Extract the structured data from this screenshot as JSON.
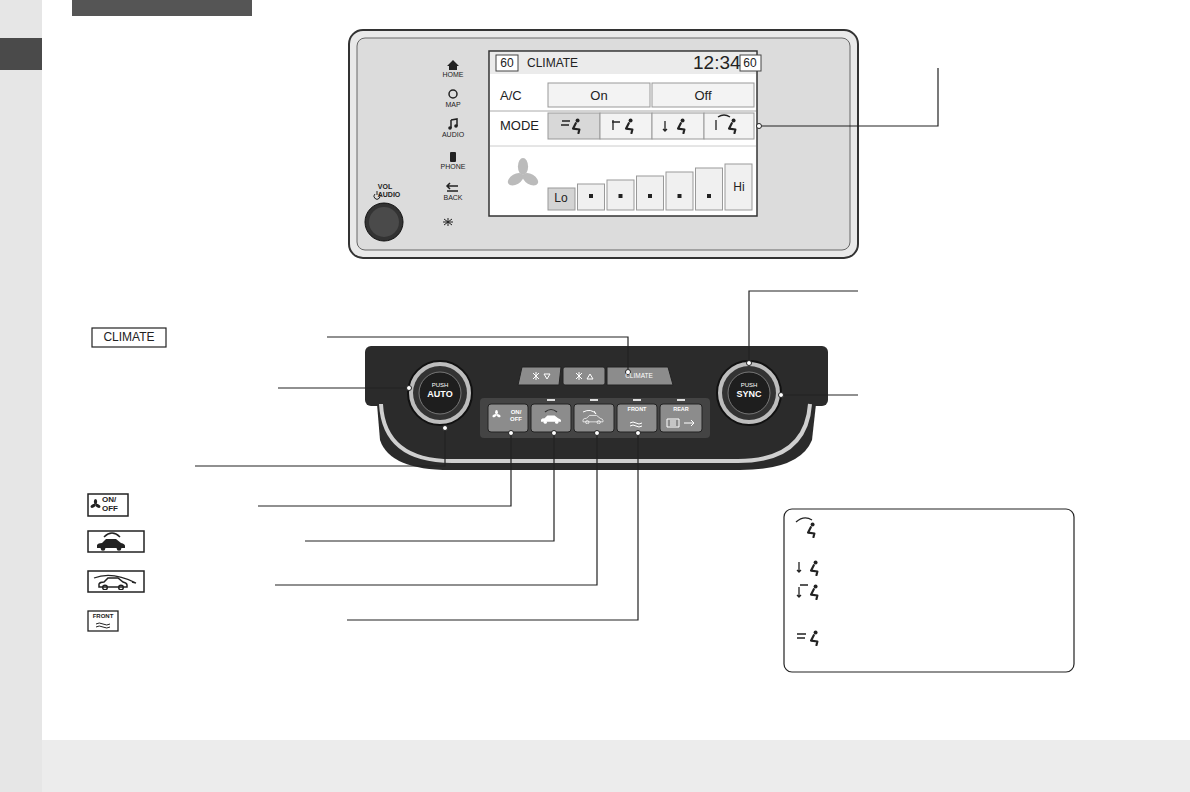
{
  "diagram": {
    "labels": [
      "60",
      "CLIMATE",
      "12:34",
      "60",
      "A/C",
      "On",
      "Off",
      "MODE",
      "Lo",
      "Hi",
      "HOME",
      "MAP",
      "AUDIO",
      "PHONE",
      "BACK",
      "VOL",
      "AUDIO",
      "CLIMATE",
      "PUSH",
      "AUTO",
      "PUSH",
      "SYNC",
      "ON/",
      "OFF",
      "FRONT",
      "REAR",
      "CLIMATE",
      "ON/",
      "OFF",
      "FRONT"
    ]
  }
}
